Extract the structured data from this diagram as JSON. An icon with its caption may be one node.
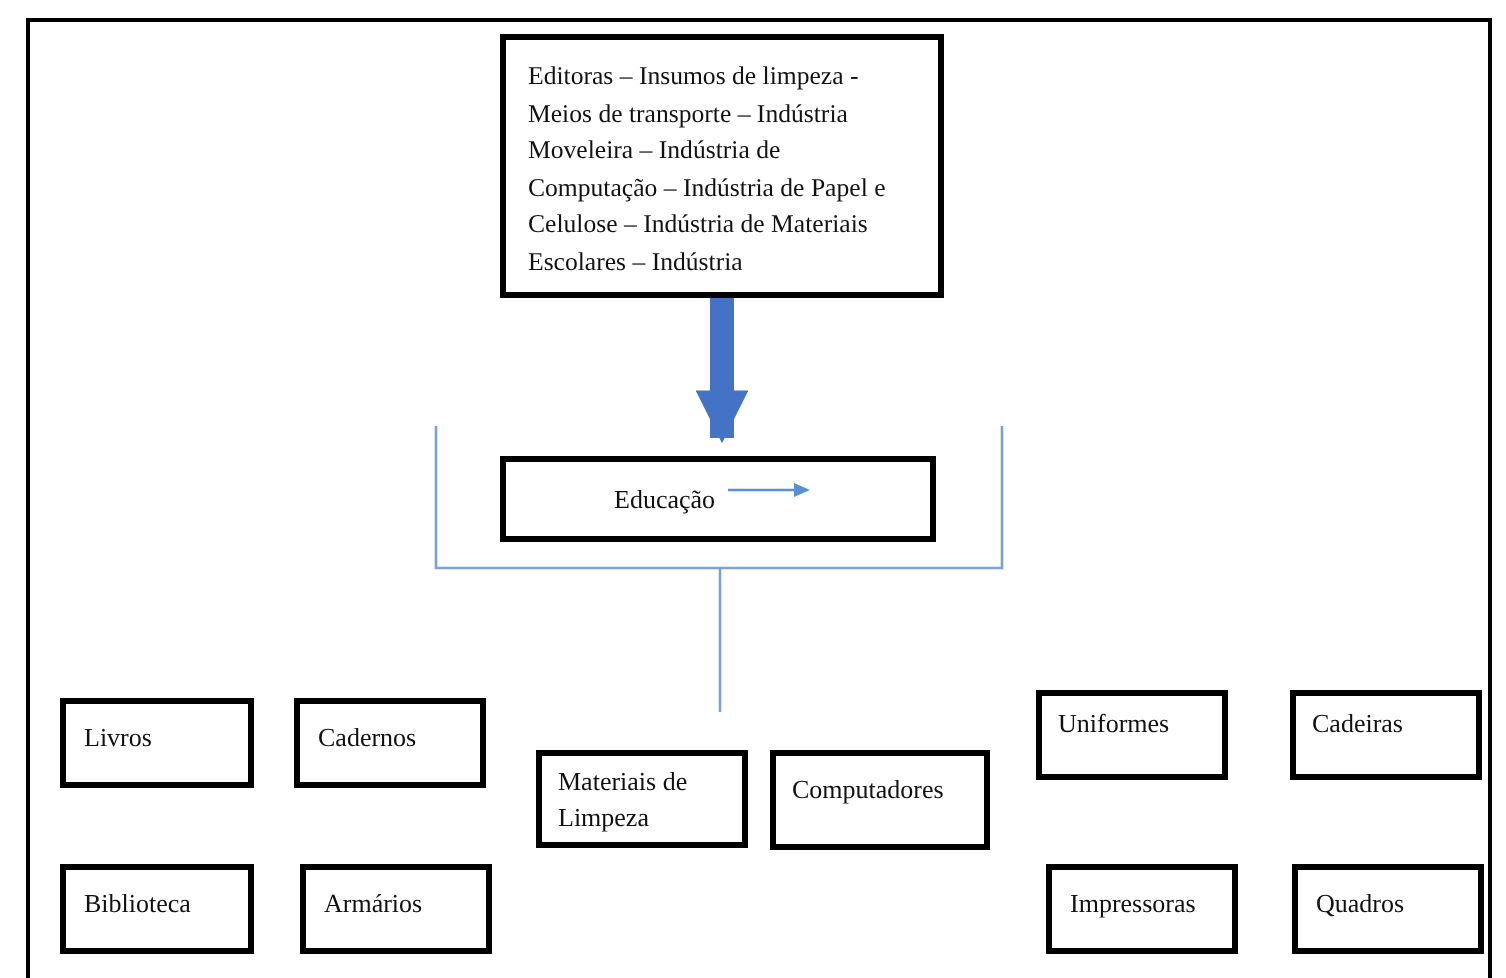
{
  "diagram": {
    "nodes": [
      {
        "text": [
          "Editoras – Insumos de limpeza - Meios de transporte – Indústria Moveleira – Indústria de Computação – Indústria de Papel e Celulose – Indústria de Materiais Escolares – Indústria"
        ]
      },
      {
        "text": [
          "Educação"
        ]
      },
      {
        "text": [
          "Livros"
        ]
      },
      {
        "text": [
          "Cadernos"
        ]
      },
      {
        "text": [
          "Materiais de Limpeza"
        ]
      },
      {
        "text": [
          "Computadores"
        ]
      },
      {
        "text": [
          "Uniformes"
        ]
      },
      {
        "text": [
          "Cadeiras"
        ]
      },
      {
        "text": [
          "Biblioteca"
        ]
      },
      {
        "text": [
          "Armários"
        ]
      },
      {
        "text": [
          "Impressoras"
        ]
      },
      {
        "text": [
          "Quadros"
        ]
      }
    ],
    "edges": [
      {
        "from": 0,
        "to": 1,
        "arrow": "to"
      }
    ]
  }
}
